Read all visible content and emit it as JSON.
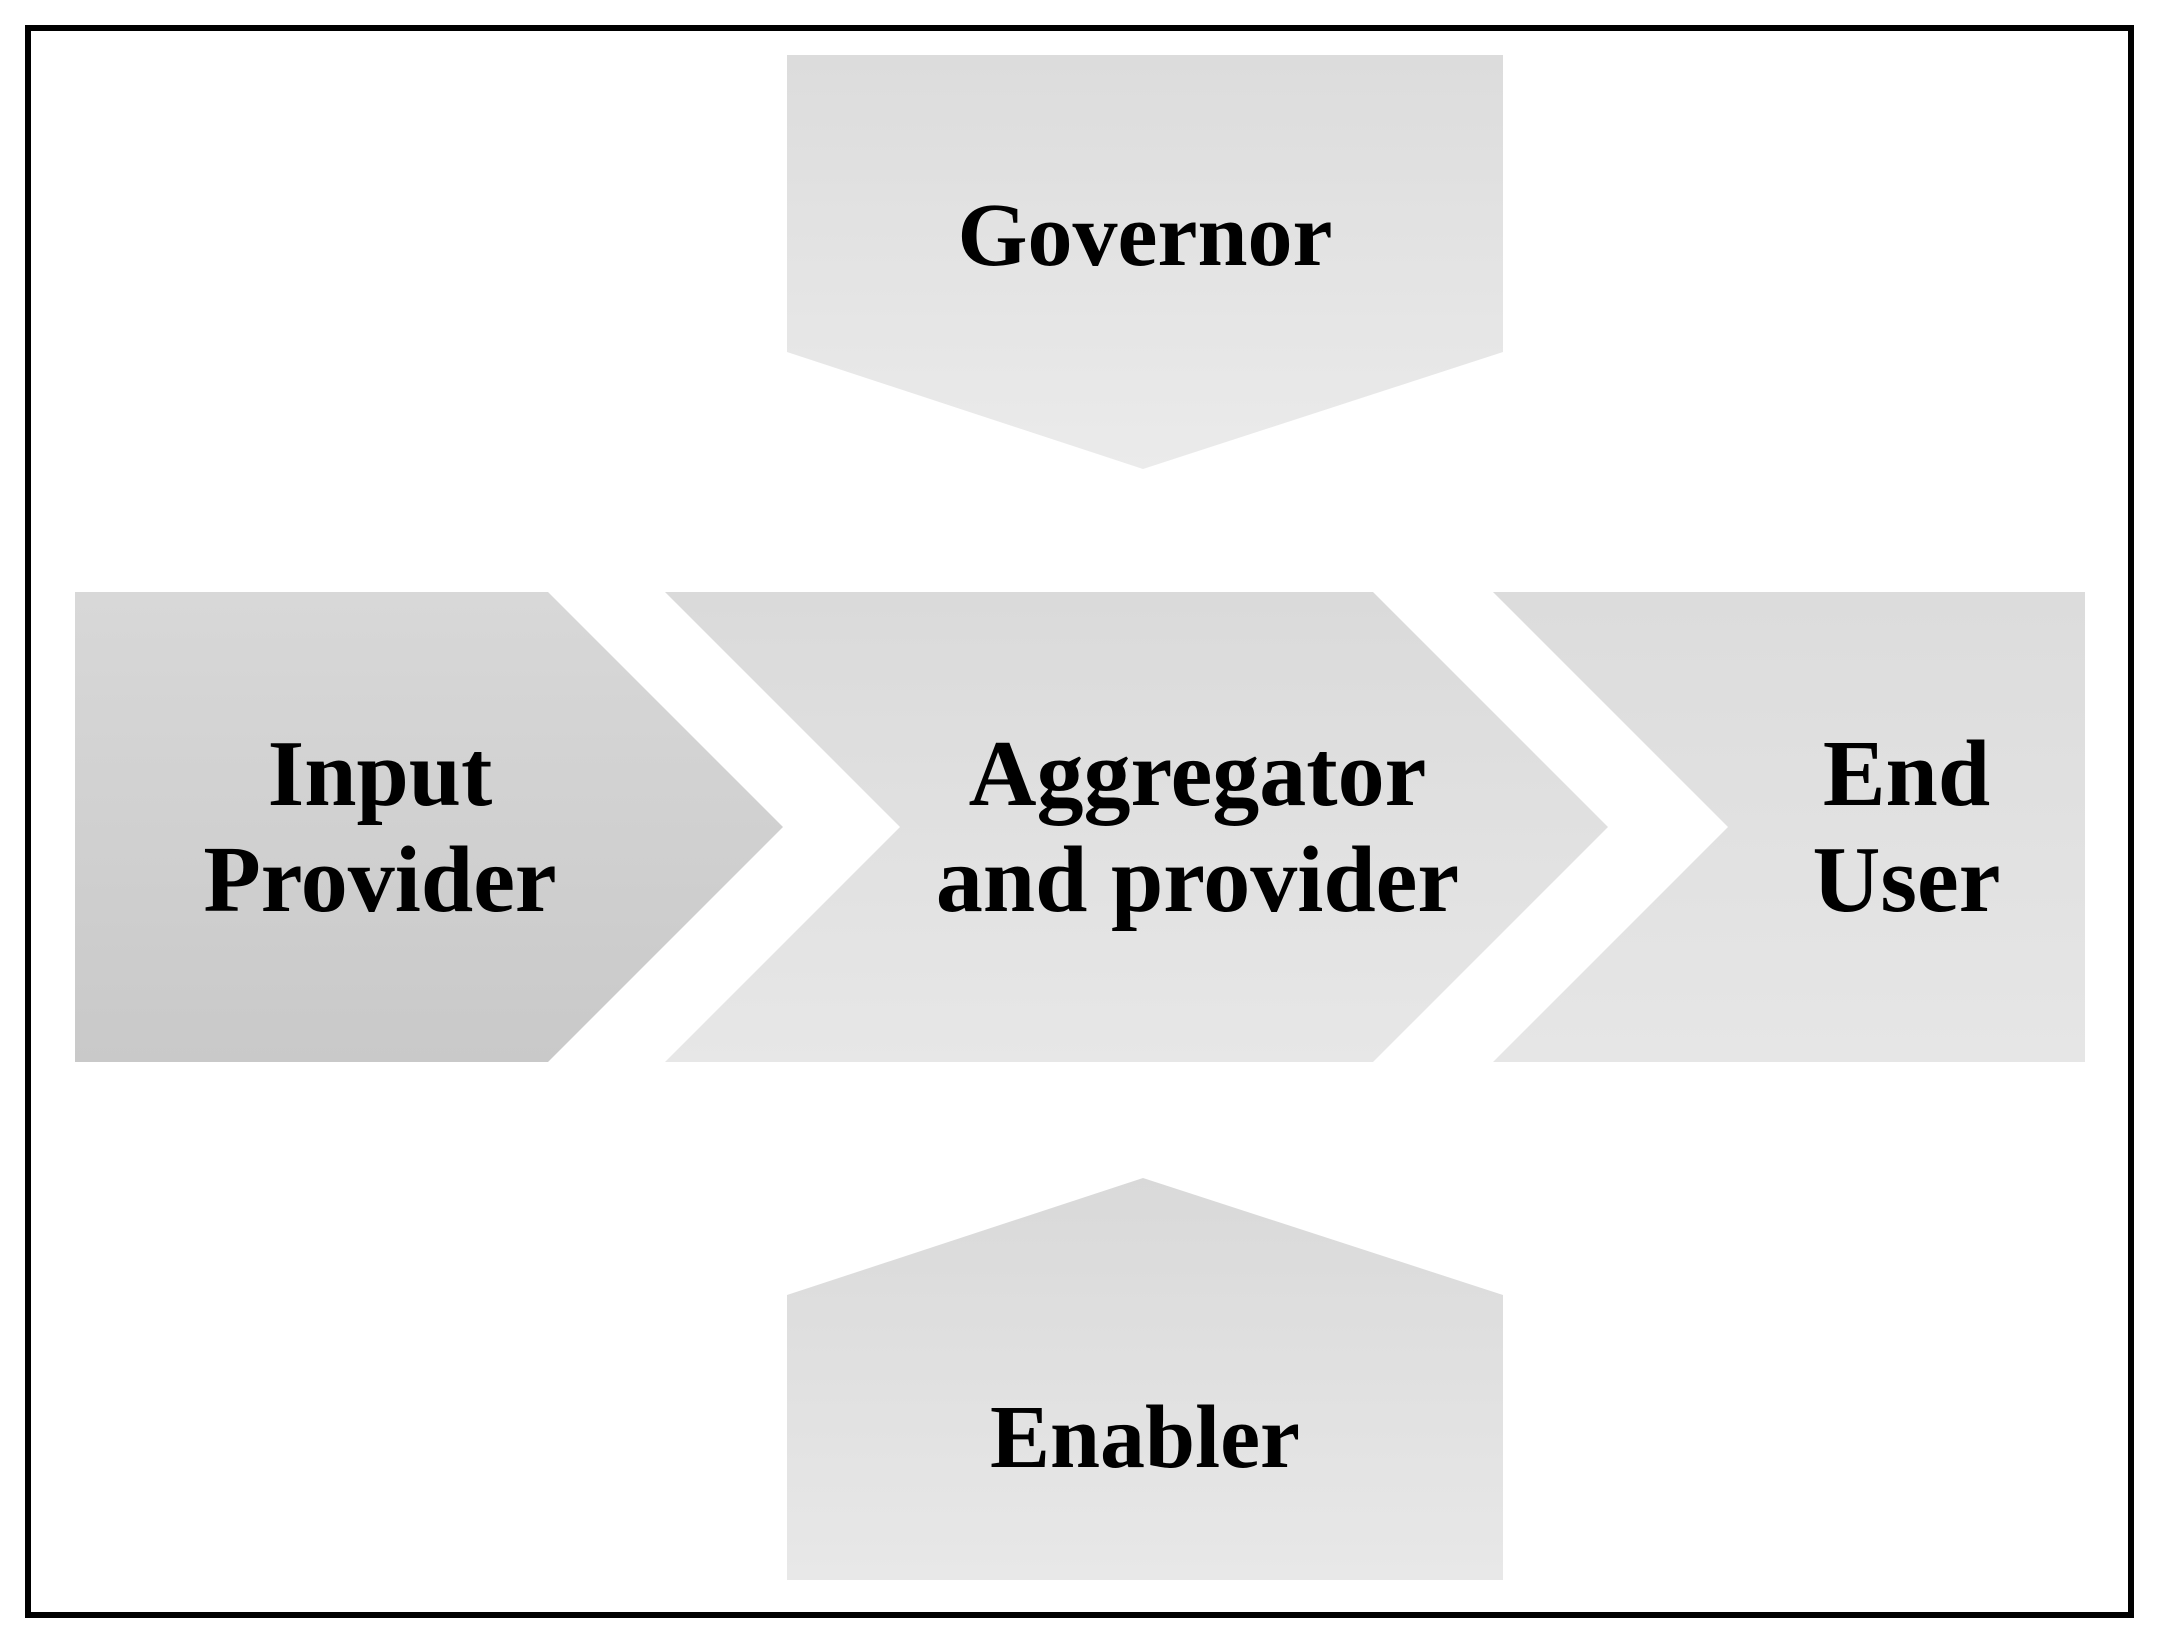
{
  "figure": {
    "nodes": {
      "governor": {
        "label": "Governor"
      },
      "input_provider": {
        "label": "Input\nProvider"
      },
      "aggregator": {
        "label": "Aggregator\nand provider"
      },
      "end_user": {
        "label": "End\nUser"
      },
      "enabler": {
        "label": "Enabler"
      }
    },
    "colors": {
      "background": "#ffffff",
      "border": "#000000",
      "text": "#000000",
      "governor_top": "#dcdcdc",
      "governor_bottom": "#ebebeb",
      "input_top": "#d8d8d8",
      "input_bottom": "#c9c9c9",
      "aggregator_top": "#dadada",
      "aggregator_bottom": "#e7e7e7",
      "end_user_top": "#dcdcdc",
      "end_user_bottom": "#e6e6e6",
      "enabler_top": "#d9d9d9",
      "enabler_bottom": "#e8e8e8"
    }
  }
}
